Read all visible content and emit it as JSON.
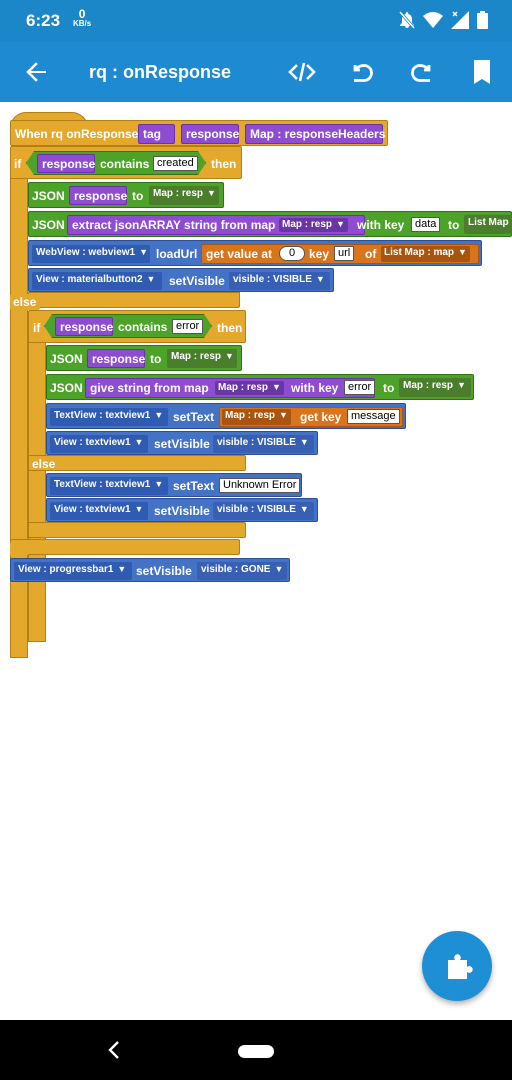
{
  "status": {
    "time": "6:23",
    "speed_value": "0",
    "speed_unit": "KB/s"
  },
  "appbar": {
    "title": "rq : onResponse"
  },
  "blocks": {
    "event": {
      "label": "When rq onResponse",
      "params": [
        "tag",
        "response",
        "Map : responseHeaders"
      ]
    },
    "if1": {
      "if": "if",
      "var": "response",
      "contains": "contains",
      "value": "created",
      "then": "then"
    },
    "json1": {
      "label": "JSON",
      "var": "response",
      "to": "to",
      "map": "Map : resp"
    },
    "json2": {
      "label": "JSON",
      "action": "extract jsonARRAY string from map",
      "map": "Map : resp",
      "with_key": "with key",
      "key": "data",
      "to": "to",
      "target": "List Map :"
    },
    "webview": {
      "component": "WebView : webview1",
      "method": "loadUrl",
      "get": "get value at",
      "index": "0",
      "key_label": "key",
      "key": "url",
      "of": "of",
      "list": "List Map : map"
    },
    "view1": {
      "component": "View : materialbutton2",
      "method": "setVisible",
      "param": "visible : VISIBLE"
    },
    "else1": "else",
    "if2": {
      "if": "if",
      "var": "response",
      "contains": "contains",
      "value": "error",
      "then": "then"
    },
    "json3": {
      "label": "JSON",
      "var": "response",
      "to": "to",
      "map": "Map : resp"
    },
    "json4": {
      "label": "JSON",
      "action": "give string from map",
      "map": "Map : resp",
      "with_key": "with key",
      "key": "error",
      "to": "to",
      "target": "Map : resp"
    },
    "textview1": {
      "component": "TextView : textview1",
      "method": "setText",
      "map": "Map : resp",
      "get_key": "get key",
      "key": "message"
    },
    "view2": {
      "component": "View : textview1",
      "method": "setVisible",
      "param": "visible : VISIBLE"
    },
    "else2": "else",
    "textview2": {
      "component": "TextView : textview1",
      "method": "setText",
      "value": "Unknown Error"
    },
    "view3": {
      "component": "View : textview1",
      "method": "setVisible",
      "param": "visible : VISIBLE"
    },
    "view4": {
      "component": "View : progressbar1",
      "method": "setVisible",
      "param": "visible : GONE"
    }
  },
  "icons": {
    "back": "arrow-back-icon",
    "code": "code-icon",
    "undo": "undo-icon",
    "redo": "redo-icon",
    "bookmark": "bookmark-icon",
    "fab": "puzzle-icon"
  },
  "colors": {
    "primary": "#1d8ad1",
    "control": "#e3a82c",
    "json": "#4da32a",
    "variable": "#8e4cd1",
    "view": "#4472c4",
    "getter": "#d8741b"
  }
}
